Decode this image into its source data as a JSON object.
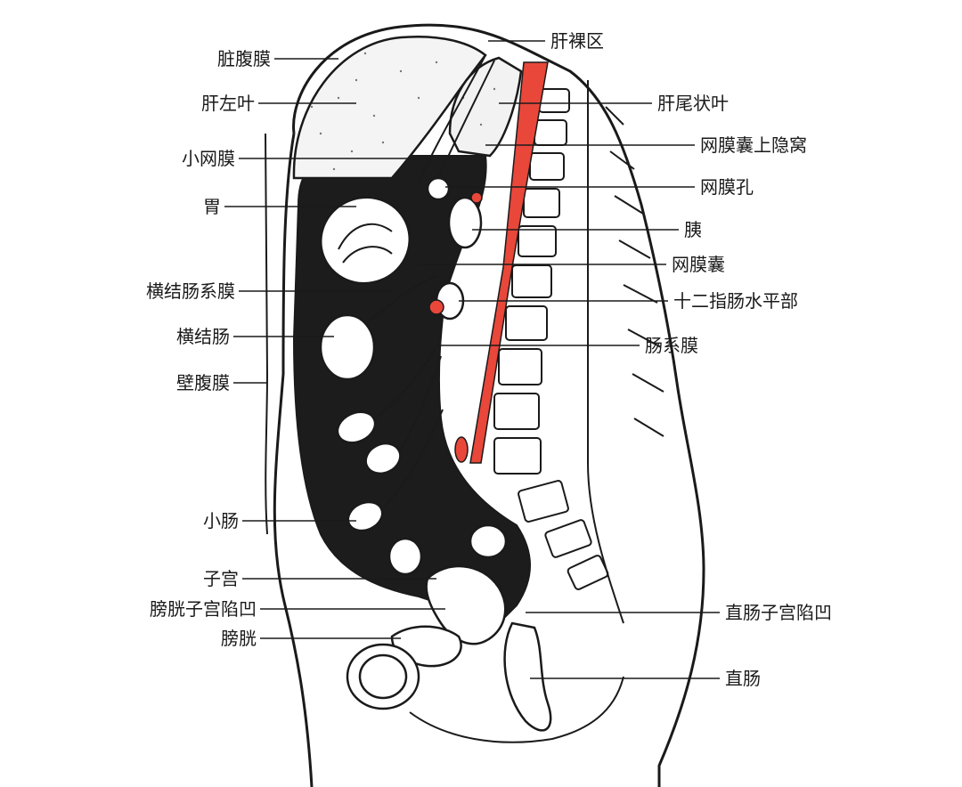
{
  "labels_left": [
    {
      "id": "visceral-peritoneum",
      "text": "脏腹膜"
    },
    {
      "id": "left-lobe-liver",
      "text": "肝左叶"
    },
    {
      "id": "lesser-omentum",
      "text": "小网膜"
    },
    {
      "id": "stomach",
      "text": "胃"
    },
    {
      "id": "transverse-mesocolon",
      "text": "横结肠系膜"
    },
    {
      "id": "transverse-colon",
      "text": "横结肠"
    },
    {
      "id": "parietal-peritoneum",
      "text": "壁腹膜"
    },
    {
      "id": "small-intestine",
      "text": "小肠"
    },
    {
      "id": "uterus",
      "text": "子宫"
    },
    {
      "id": "vesicouterine-pouch",
      "text": "膀胱子宫陷凹"
    },
    {
      "id": "bladder",
      "text": "膀胱"
    }
  ],
  "labels_right": [
    {
      "id": "bare-area-liver",
      "text": "肝裸区"
    },
    {
      "id": "caudate-lobe",
      "text": "肝尾状叶"
    },
    {
      "id": "superior-recess",
      "text": "网膜囊上隐窝"
    },
    {
      "id": "omental-foramen",
      "text": "网膜孔"
    },
    {
      "id": "pancreas",
      "text": "胰"
    },
    {
      "id": "omental-bursa",
      "text": "网膜囊"
    },
    {
      "id": "horizontal-duodenum",
      "text": "十二指肠水平部"
    },
    {
      "id": "mesentery",
      "text": "肠系膜"
    },
    {
      "id": "rectouterine-pouch",
      "text": "直肠子宫陷凹"
    },
    {
      "id": "rectum",
      "text": "直肠"
    }
  ],
  "colors": {
    "aorta": "#e8473a",
    "ink": "#1a1a1a",
    "cavity": "#1c1c1c"
  }
}
